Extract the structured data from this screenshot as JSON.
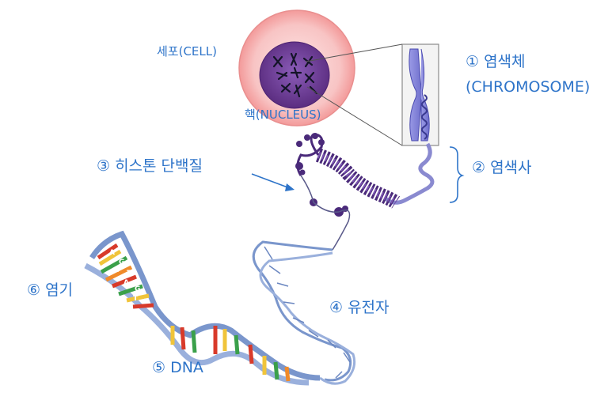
{
  "labels": {
    "cell": "세포(CELL)",
    "nucleus": "핵(NUCLEUS)",
    "chromosome": "① 염색체",
    "chromosome_en": "(CHROMOSOME)",
    "chromatin": "② 염색사",
    "histone": "③ 히스톤 단백질",
    "gene": "④ 유전자",
    "dna": "⑤ DNA",
    "base": "⑥ 염기"
  },
  "base_letters": [
    "A",
    "G",
    "C",
    "T",
    "A",
    "G",
    "T",
    "C"
  ],
  "colors": {
    "label": "#2e74c9",
    "cell_outer": "#f6b6b6",
    "cell_center": "#fde2e2",
    "nucleus": "#6b3a8e",
    "chromosome": "#7f7fd6",
    "chromatin": "#4a2a7a",
    "helix": "#8aa4d6",
    "base_red": "#d83a2a",
    "base_yellow": "#f0c43a",
    "base_green": "#3aa04a",
    "base_orange": "#f08a2a"
  }
}
